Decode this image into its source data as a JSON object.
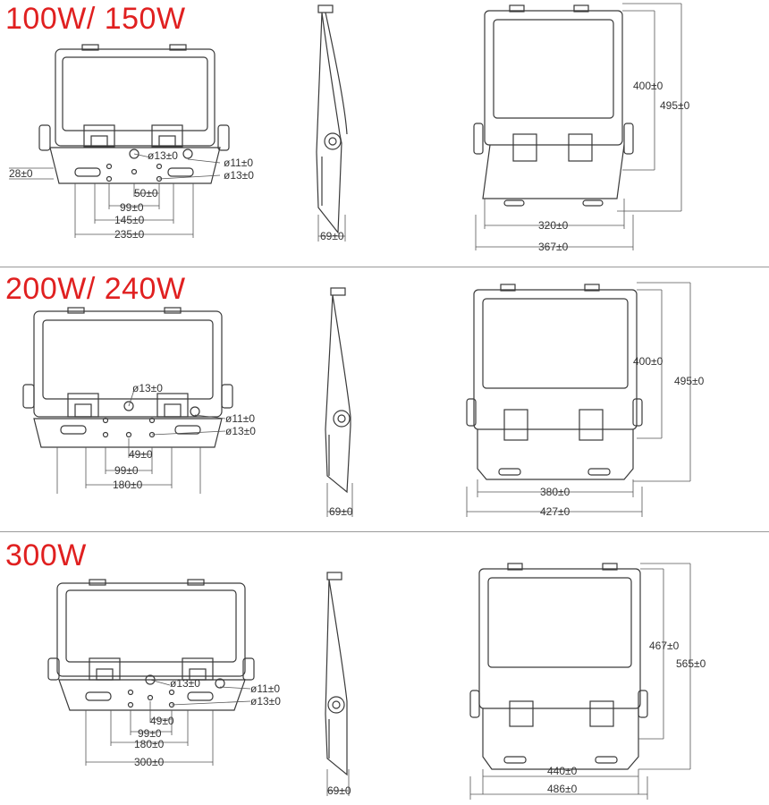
{
  "colors": {
    "title": "#e02020",
    "line": "#3a3a3a",
    "dim": "#555555",
    "separator": "#9a9a9a"
  },
  "sections": [
    {
      "title": "100W/ 150W",
      "front_dims": {
        "d13_top": "ø13±0",
        "d11": "ø11±0",
        "d13": "ø13±0",
        "h28": "28±0",
        "w50": "50±0",
        "w99": "99±0",
        "w145": "145±0",
        "w235": "235±0"
      },
      "side_dims": {
        "depth": "69±0"
      },
      "back_dims": {
        "h400": "400±0",
        "h495": "495±0",
        "w320": "320±0",
        "w367": "367±0"
      }
    },
    {
      "title": "200W/ 240W",
      "front_dims": {
        "d13_top": "ø13±0",
        "d11": "ø11±0",
        "d13": "ø13±0",
        "w49": "49±0",
        "w99": "99±0",
        "w180": "180±0"
      },
      "side_dims": {
        "depth": "69±0"
      },
      "back_dims": {
        "h400": "400±0",
        "h495": "495±0",
        "w380": "380±0",
        "w427": "427±0"
      }
    },
    {
      "title": "300W",
      "front_dims": {
        "d13_top": "ø13±0",
        "d11": "ø11±0",
        "d13": "ø13±0",
        "w49": "49±0",
        "w99": "99±0",
        "w180": "180±0",
        "w300": "300±0"
      },
      "side_dims": {
        "depth": "69±0"
      },
      "back_dims": {
        "h467": "467±0",
        "h565": "565±0",
        "w440": "440±0",
        "w486": "486±0"
      }
    }
  ]
}
